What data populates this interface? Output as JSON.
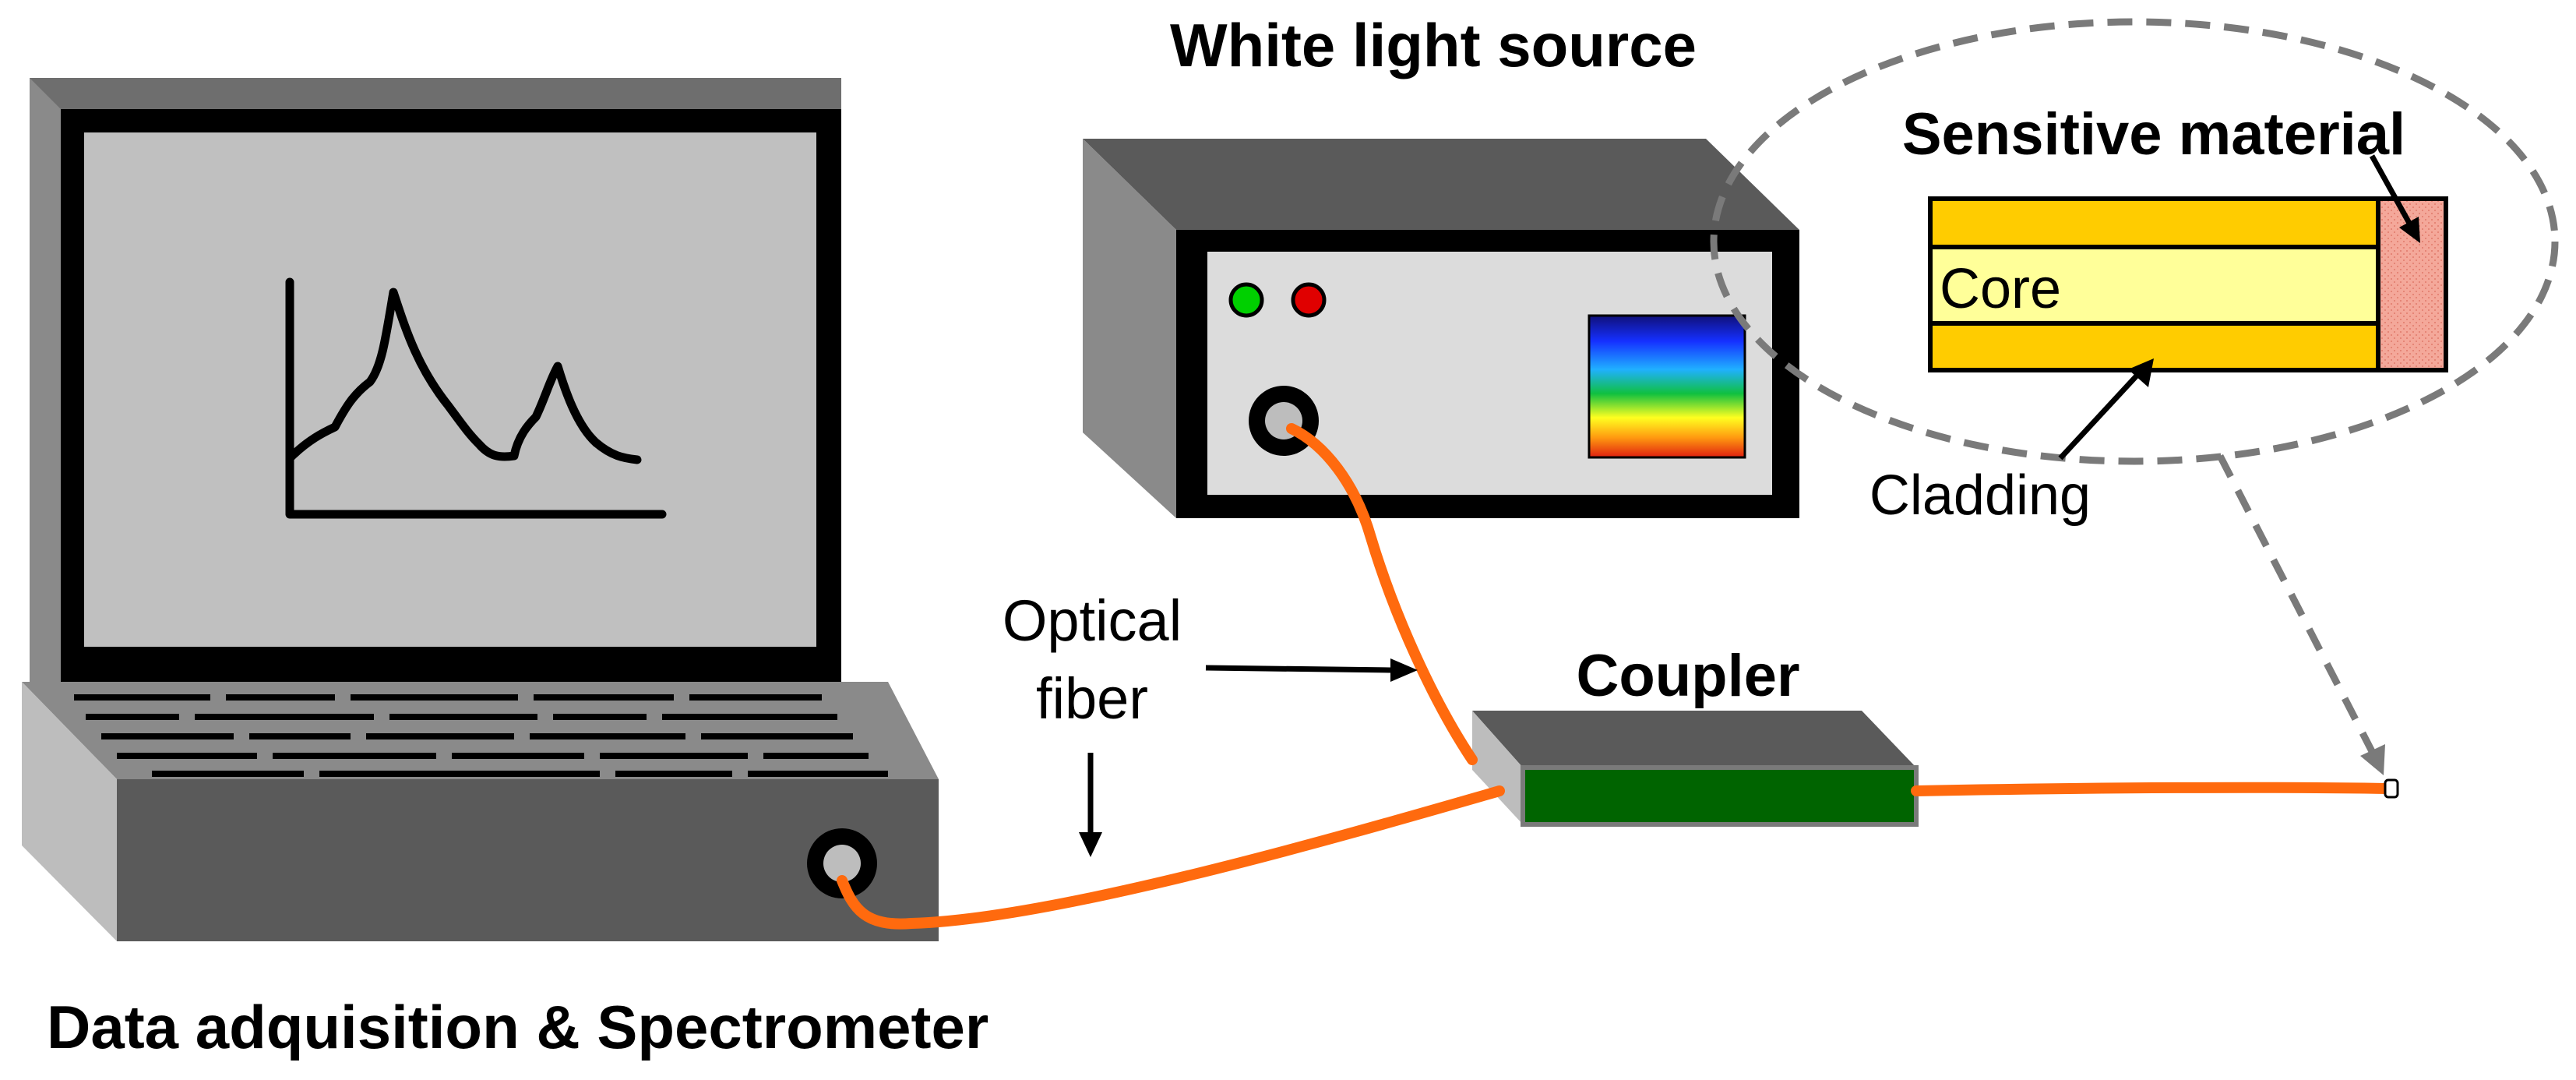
{
  "labels": {
    "white_light_source": "White light source",
    "data_acquisition": "Data adquisition & Spectrometer",
    "optical_fiber_line1": "Optical",
    "optical_fiber_line2": "fiber",
    "coupler": "Coupler",
    "sensitive_material": "Sensitive material",
    "core": "Core",
    "cladding": "Cladding"
  },
  "colors": {
    "fiber": "#ff6a0e",
    "coupler_face": "#006400",
    "cladding": "#ffcc00",
    "core": "#ffff99",
    "sensitive_material": "#f4a89a",
    "led_green": "#00d000",
    "led_red": "#e00000",
    "screen": "#c0c0c0",
    "device_dark": "#5a5a5a",
    "device_light": "#dcdcdc"
  },
  "icons": {
    "laptop": "laptop-icon",
    "light_source": "light-source-box-icon",
    "coupler": "coupler-box-icon",
    "fiber_tip": "fiber-tip-icon",
    "spectrum_display": "spectrum-gradient-icon"
  }
}
